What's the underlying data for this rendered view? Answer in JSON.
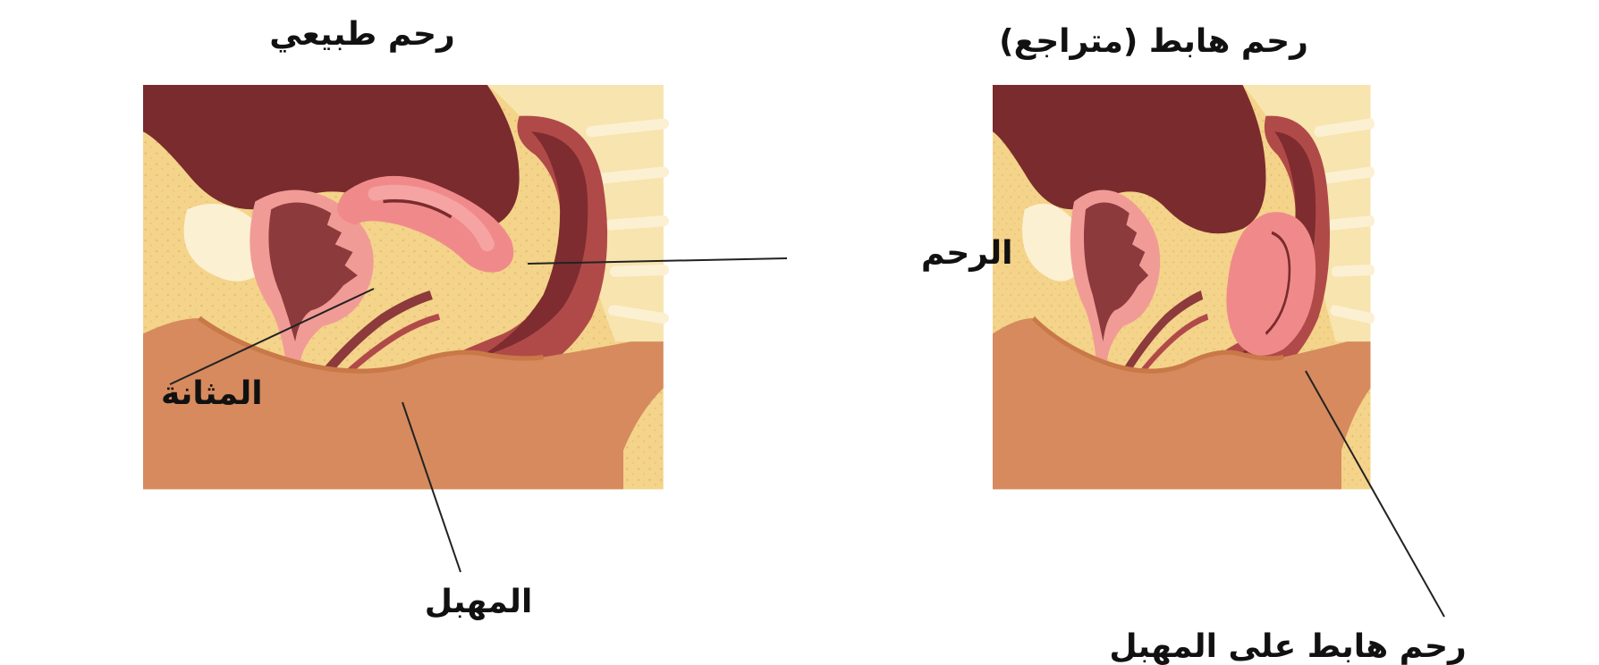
{
  "panels": {
    "normal": {
      "title": "رحم طبيعي"
    },
    "prolapse": {
      "title": "رحم هابط (متراجع)"
    }
  },
  "labels": {
    "uterus": "الرحم",
    "bladder": "المثانة",
    "vagina": "المهبل",
    "prolapsed_uterus": "رحم هابط على المهبل"
  },
  "colors": {
    "background": "#ffffff",
    "fat": "#f4d38a",
    "fat_dots": "#e3bd6c",
    "spine": "#f7e4ae",
    "skin": "#d68a5e",
    "skin_dark": "#c97848",
    "intestine": "#7a2b2e",
    "rectum_outer": "#b04a48",
    "rectum_inner": "#7e2c2f",
    "uterus": "#f08a8a",
    "uterus_light": "#f6a3a3",
    "bladder": "#f19b97",
    "bladder_inner": "#8c3a3c",
    "bone": "#fbf0d2",
    "leader_line": "#222222"
  }
}
